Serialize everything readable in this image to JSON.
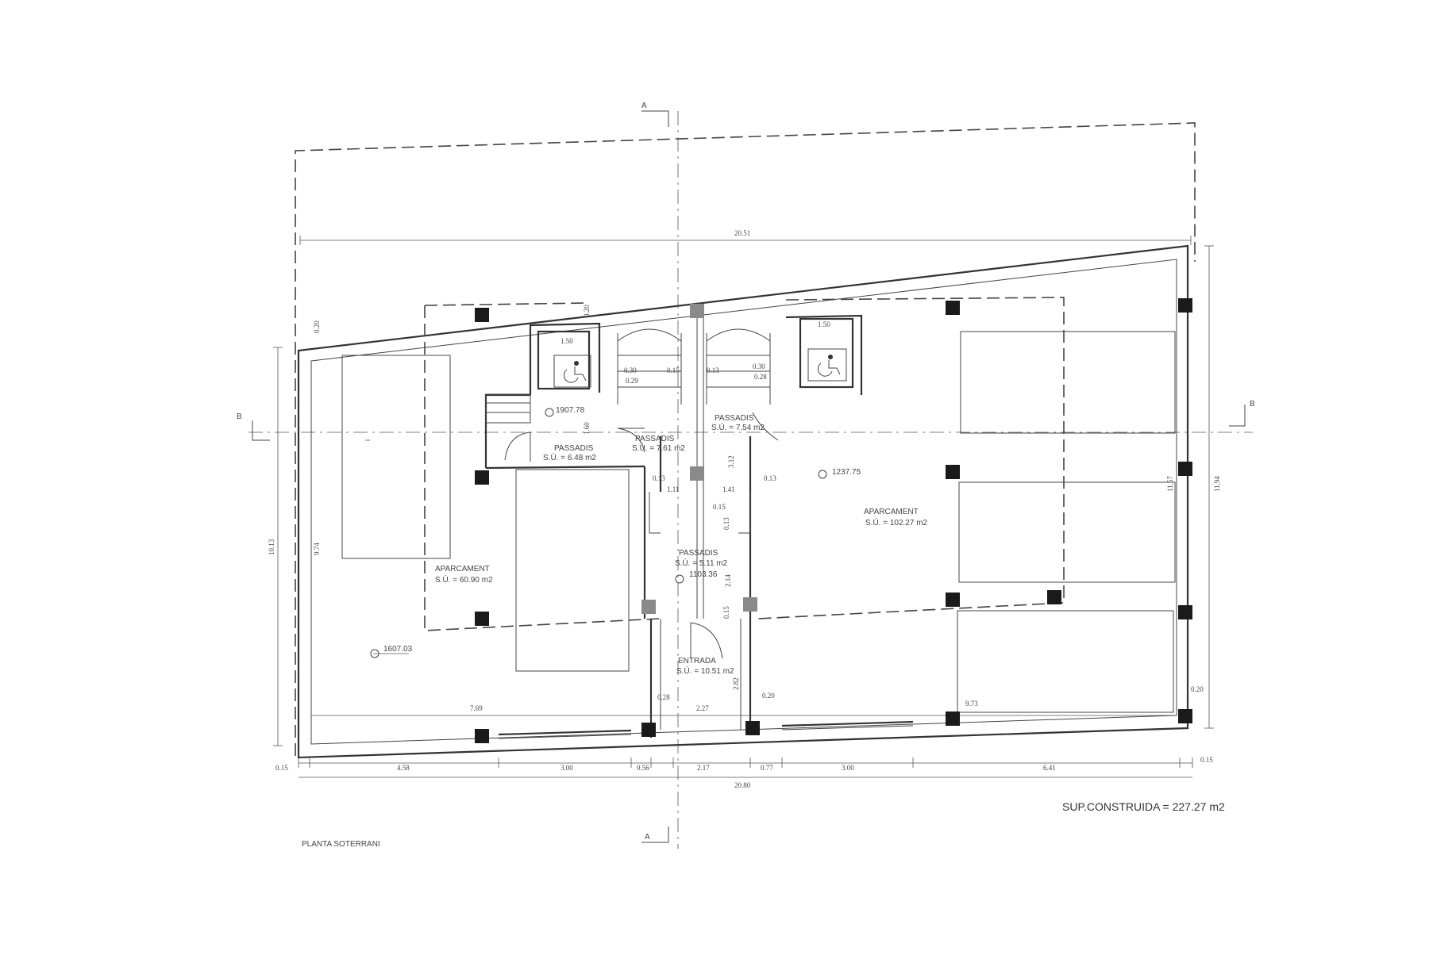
{
  "plan_title": "PLANTA SOTERRANI",
  "built_area": "SUP.CONSTRUIDA = 227.27 m2",
  "section_marks": {
    "a_top": "A",
    "a_bottom": "A",
    "b_left": "B",
    "b_right": "B"
  },
  "rooms": {
    "parking_left": {
      "name": "APARCAMENT",
      "area": "S.Ú. = 60.90 m2",
      "level": "1607.03"
    },
    "parking_right": {
      "name": "APARCAMENT",
      "area": "S.Ú. = 102.27 m2",
      "level": "1237.75"
    },
    "passage_left": {
      "name": "PASSADIS",
      "area": "S.Ú. = 6.48 m2",
      "level": "1907.78"
    },
    "passage_center_left": {
      "name": "PASSADIS",
      "area": "S.Ú. = 7.61 m2"
    },
    "passage_center_right": {
      "name": "PASSADIS",
      "area": "S.Ú. = 7.54 m2"
    },
    "passage_center": {
      "name": "PASSADIS",
      "area": "S.Ú. = 5.11 m2",
      "level": "1103.36"
    },
    "entrance": {
      "name": "ENTRADA",
      "area": "S.Ú. = 10.51 m2"
    }
  },
  "dimensions": {
    "top_total": "20.51",
    "bottom_total": "20.80",
    "bottom_segments": [
      "0.15",
      "4.58",
      "3.00",
      "0.56",
      "2.17",
      "0.77",
      "3.00",
      "6.41",
      "0.15"
    ],
    "left_height": "10.13",
    "left_inner": "9.74",
    "right_height": "11.94",
    "right_inner": "11.57",
    "left_top_small": "0.20",
    "top_small": "0.20",
    "right_bottom_small": "0.20",
    "inner_bottom_left": "7.69",
    "inner_bottom_center": "2.27",
    "inner_bottom_right": "9.73",
    "entrance_left": "0.28",
    "entrance_right": "0.20",
    "entrance_height": "2.82",
    "corridor_width": "1.60",
    "passage_widths": [
      "0.13",
      "1.11",
      "1.41",
      "0.13"
    ],
    "passage_height": "2.14",
    "passage_depth": "3.12",
    "passage_small": [
      "0.15",
      "0.13",
      "0.15"
    ],
    "lift_left": [
      "1.50",
      "0.30",
      "0.29"
    ],
    "lift_right": [
      "1.50",
      "0.30",
      "0.28"
    ],
    "stair": [
      "0.13",
      "0.15"
    ]
  }
}
